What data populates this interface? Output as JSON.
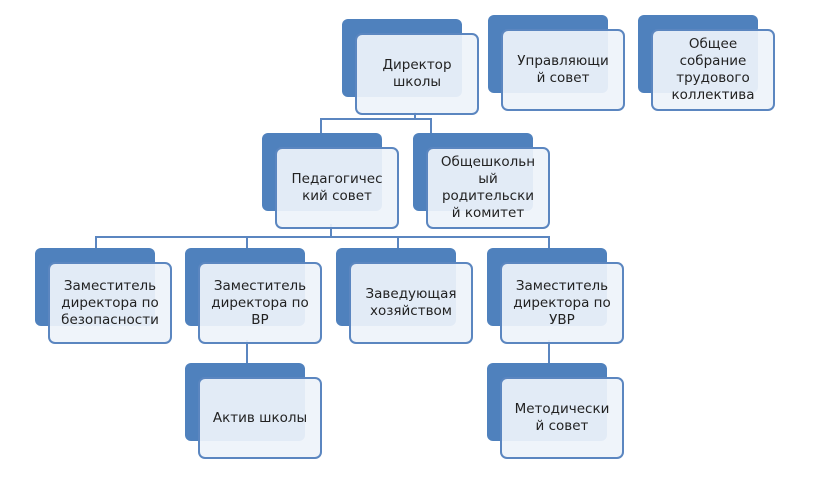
{
  "nodes": {
    "director": "Директор\nшколы",
    "governing_council": "Управляющи\nй совет",
    "general_meeting": "Общее\nсобрание\nтрудового\nколлектива",
    "pedagogical_council": "Педагогичес\nкий совет",
    "parent_committee": "Общешкольн\nый\nродительски\nй комитет",
    "deputy_safety": "Заместитель\nдиректора по\nбезопасности",
    "deputy_vr": "Заместитель\nдиректора по\nВР",
    "household_head": "Заведующая\nхозяйством",
    "deputy_uvr": "Заместитель\nдиректора по\nУВР",
    "school_activists": "Актив школы",
    "methodical_council": "Методически\nй совет"
  },
  "colors": {
    "accent": "#4f81bd",
    "border": "#5b86c0"
  }
}
